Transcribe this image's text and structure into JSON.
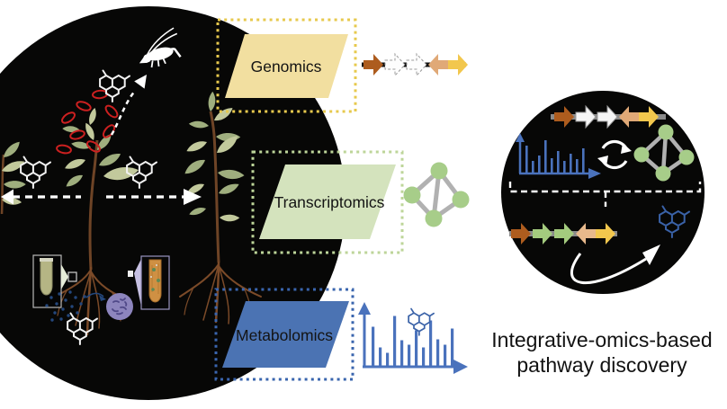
{
  "tiles": [
    {
      "id": "genomics",
      "label": "Genomics"
    },
    {
      "id": "transcriptomics",
      "label": "Transcriptomics"
    },
    {
      "id": "metabolomics",
      "label": "Metabolomics"
    }
  ],
  "caption": {
    "line1": "Integrative-omics-based",
    "line2": "pathway discovery"
  },
  "icons": {
    "genomics": "gene-cluster-arrows-icon",
    "transcriptomics": "coexpression-network-icon",
    "metabolomics": "mass-spectrum-icon",
    "left_scene": [
      "plant-icon",
      "damaged-plant-red-rings-icon",
      "grasshopper-icon",
      "volatile-molecule-icon",
      "root-microbiome-icon",
      "test-tube-icon",
      "root-tip-zoom-icon",
      "exudate-dots-icon"
    ],
    "right_circle": [
      "gene-cluster-arrows-icon",
      "mass-spectrum-icon",
      "integration-cycle-icon",
      "coexpression-network-icon",
      "candidate-gene-arrows-icon",
      "pathway-molecule-icon",
      "curved-arrow-icon",
      "brace-bracket-icon"
    ]
  },
  "gene_strips": {
    "genomics": [
      "brown",
      "white-dashed",
      "white-dashed",
      "tan-left",
      "yellow"
    ],
    "integrated_top": [
      "brown",
      "white",
      "white",
      "tan-left",
      "yellow"
    ],
    "integrated_bottom": [
      "brown",
      "green",
      "green",
      "peach-left",
      "yellow"
    ]
  },
  "spectra": {
    "large": [
      43,
      20,
      14,
      55,
      28,
      23,
      39,
      20,
      50,
      29,
      23,
      41
    ],
    "small": [
      30,
      13,
      19,
      36,
      16,
      24,
      13,
      21,
      15,
      27
    ]
  },
  "colors": {
    "circle_black": "#070706",
    "tile_genomics_fill": "#f2dfa0",
    "tile_genomics_border": "#e7c94d",
    "tile_transcriptomics_fill": "#d4e3bd",
    "tile_transcriptomics_border": "#bdd599",
    "tile_metabolomics_fill": "#4b73b3",
    "tile_metabolomics_border": "#3a65ae",
    "arrow_brown": "#ad5c1e",
    "arrow_tan": "#e0a977",
    "arrow_yellow": "#f2c74d",
    "arrow_green": "#a4cb7e",
    "arrow_peach": "#e8b98c",
    "arrow_white": "#f5f5f5",
    "node_green": "#a7cd89",
    "edge_gray": "#b1b1b1",
    "spectrum_blue": "#4a72bc",
    "molecule_blue": "#3a62a8",
    "leaf_olive": "#9fae7e",
    "leaf_light": "#c2c99c",
    "stem_brown": "#6e4426",
    "root_brown": "#7b4a28",
    "red_ring": "#cc2020",
    "microbe_purple": "#8d85bd",
    "microbe_dark": "#4f4887",
    "dot_navy": "#24477c",
    "tube_khaki": "#b5b584",
    "root_orange": "#cf9043",
    "callout_green": "#e6ecd8",
    "callout_purple": "#c7c1e3"
  }
}
